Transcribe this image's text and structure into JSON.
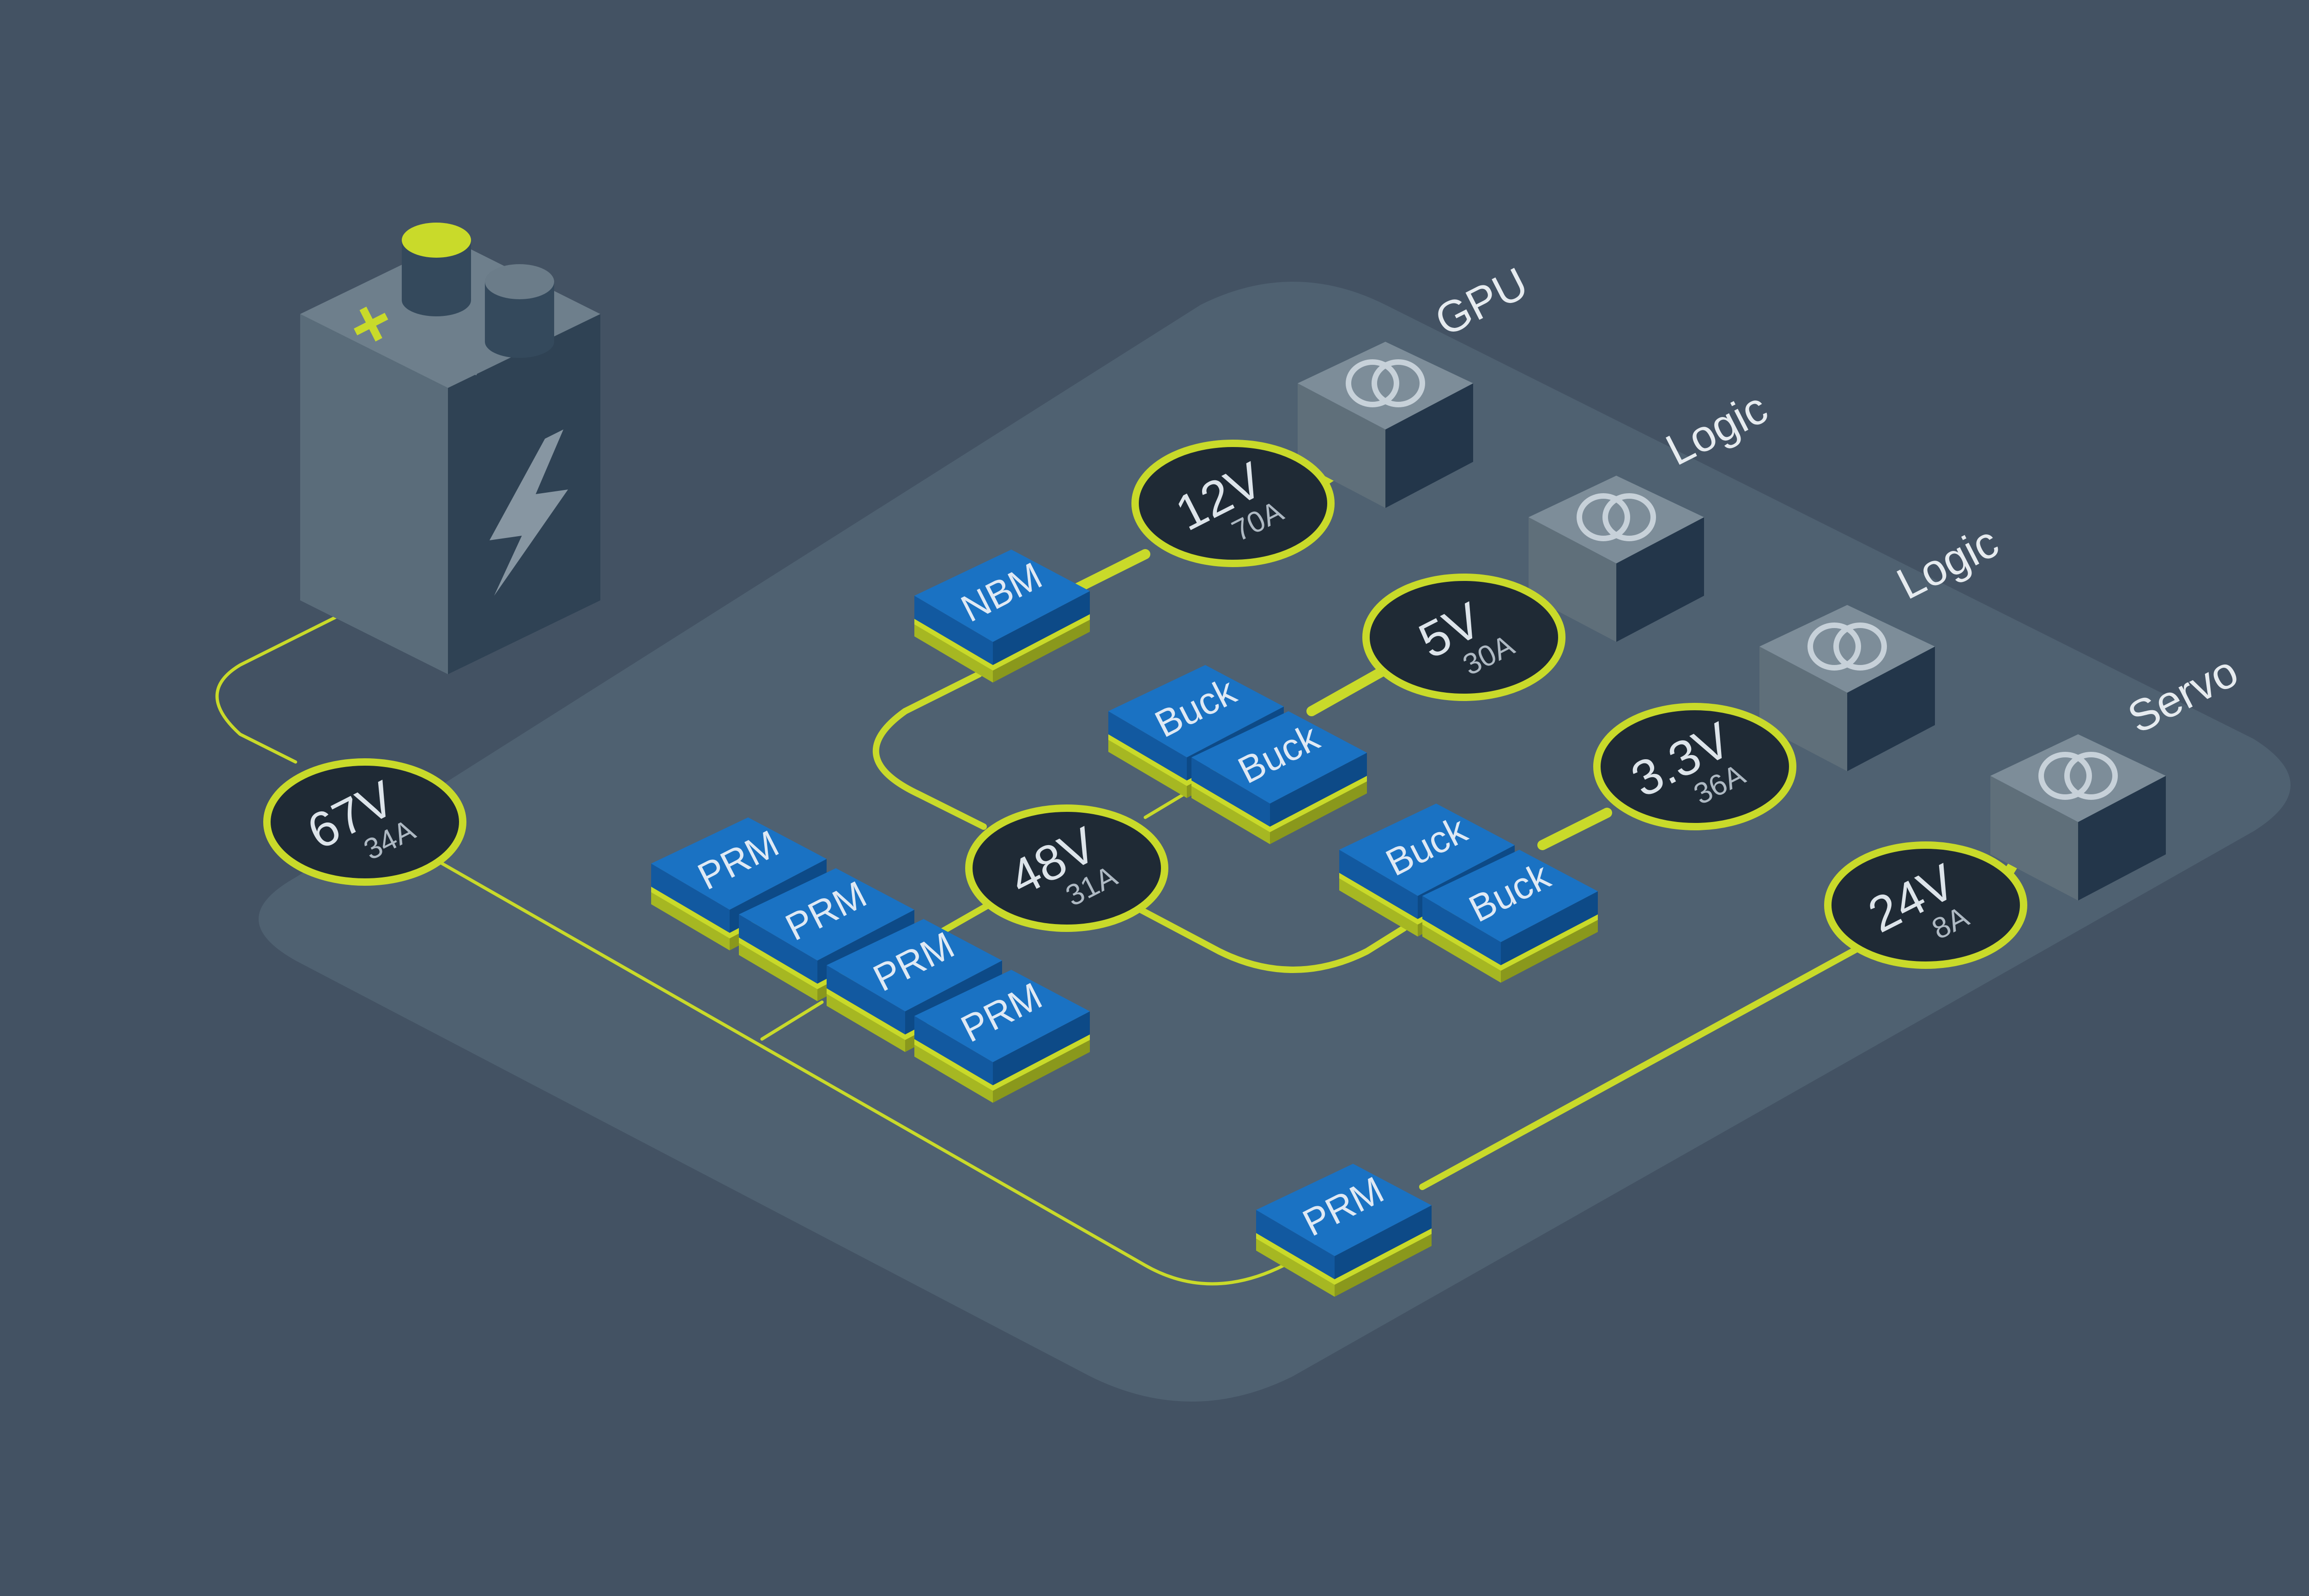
{
  "colors": {
    "background": "#435263",
    "platform": "#4f6171",
    "accent": "#c9da2a",
    "node_fill": "#1f2a35",
    "module_top": "#1a72c3",
    "module_left": "#1259a0",
    "module_right": "#0d4a87",
    "load_top": "#7d8d99",
    "load_left": "#5f6f7a",
    "load_right": "#23364a"
  },
  "battery": {
    "plus_symbol": "+",
    "minus_symbol": "−",
    "icon": "lightning-bolt-icon"
  },
  "nodes": [
    {
      "id": "bus-67v",
      "voltage": "67V",
      "current": "34A"
    },
    {
      "id": "bus-48v",
      "voltage": "48V",
      "current": "31A"
    },
    {
      "id": "rail-12v",
      "voltage": "12V",
      "current": "70A"
    },
    {
      "id": "rail-5v",
      "voltage": "5V",
      "current": "30A"
    },
    {
      "id": "rail-3v3",
      "voltage": "3.3V",
      "current": "36A"
    },
    {
      "id": "rail-24v",
      "voltage": "24V",
      "current": "8A"
    }
  ],
  "modules": [
    {
      "id": "nbm",
      "label": "NBM"
    },
    {
      "id": "buck-5v-1",
      "label": "Buck"
    },
    {
      "id": "buck-5v-2",
      "label": "Buck"
    },
    {
      "id": "buck-3v3-1",
      "label": "Buck"
    },
    {
      "id": "buck-3v3-2",
      "label": "Buck"
    },
    {
      "id": "prm-1",
      "label": "PRM"
    },
    {
      "id": "prm-2",
      "label": "PRM"
    },
    {
      "id": "prm-3",
      "label": "PRM"
    },
    {
      "id": "prm-4",
      "label": "PRM"
    },
    {
      "id": "prm-servo",
      "label": "PRM"
    }
  ],
  "loads": [
    {
      "id": "gpu",
      "label": "GPU",
      "icon": "transformer-icon"
    },
    {
      "id": "logic-5v",
      "label": "Logic",
      "icon": "transformer-icon"
    },
    {
      "id": "logic-3v3",
      "label": "Logic",
      "icon": "transformer-icon"
    },
    {
      "id": "servo",
      "label": "Servo",
      "icon": "transformer-icon"
    }
  ]
}
